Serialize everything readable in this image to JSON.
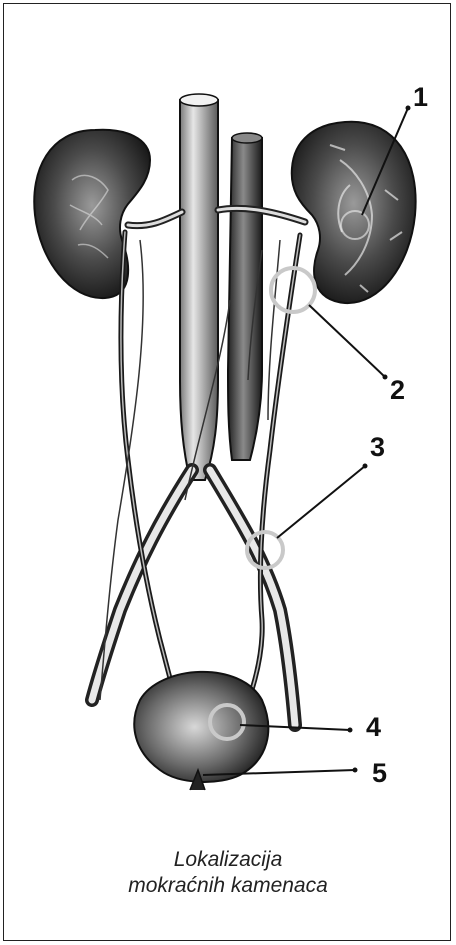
{
  "labels": [
    "1",
    "2",
    "3",
    "4",
    "5"
  ],
  "caption": {
    "line1": "Lokalizacija",
    "line2": "mokraćnih kamenaca"
  },
  "colors": {
    "ink": "#111111",
    "kidney_dark": "#3a3a3a",
    "highlight_ring": "#c9c9c9"
  }
}
